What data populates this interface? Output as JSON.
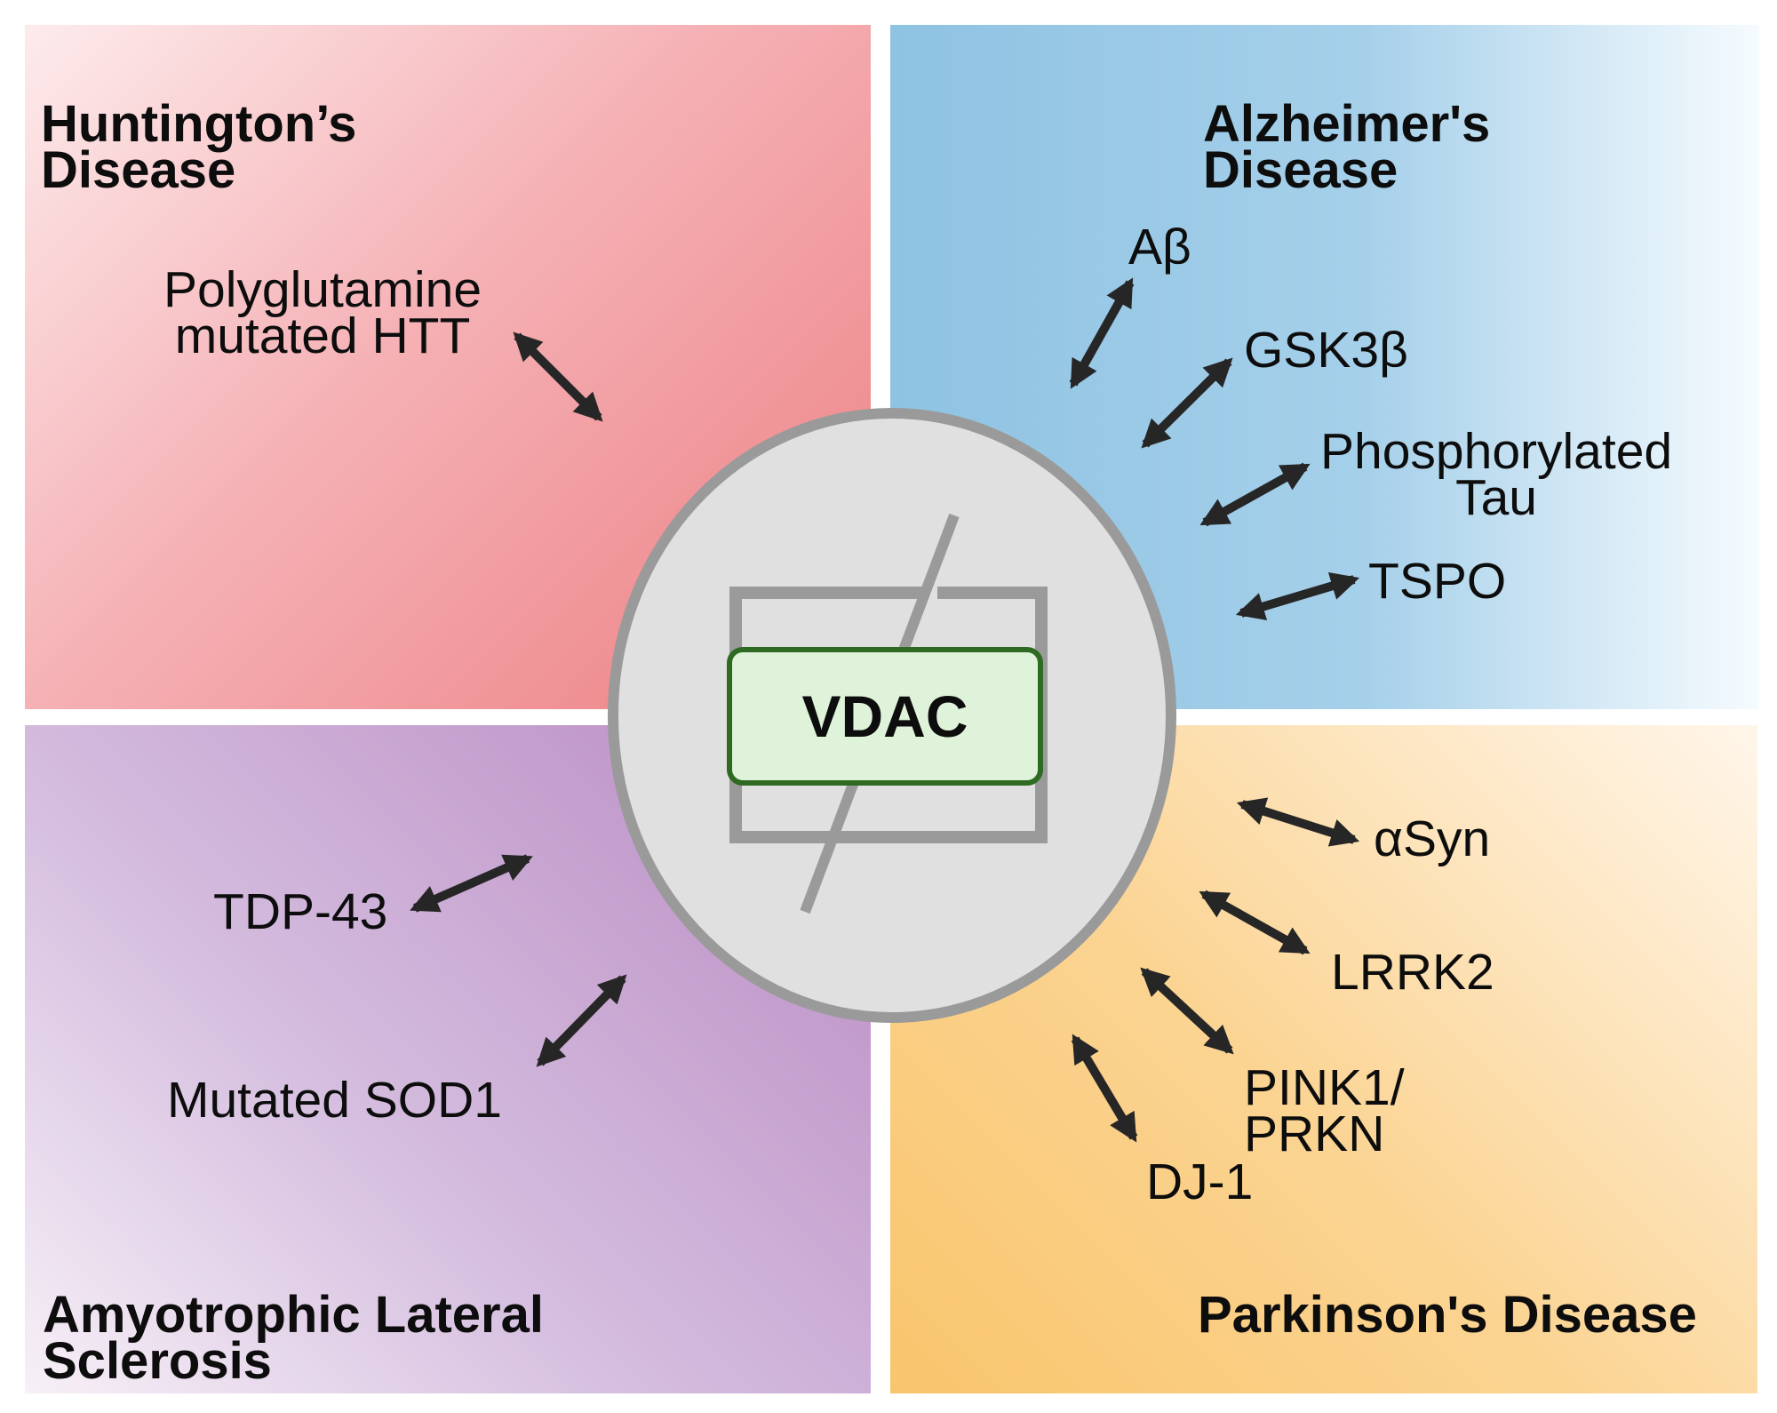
{
  "headings": {
    "huntington": "Huntington’s\nDisease",
    "alzheimer": "Alzheimer's\nDisease",
    "als": "Amyotrophic Lateral\nSclerosis",
    "parkinson": "Parkinson's Disease"
  },
  "center": {
    "label": "VDAC"
  },
  "labels": {
    "htt": "Polyglutamine\nmutated HTT",
    "abeta": "Aβ",
    "gsk3b": "GSK3β",
    "ptau": "Phosphorylated\nTau",
    "tspo": "TSPO",
    "tdp43": "TDP-43",
    "sod1": "Mutated SOD1",
    "asyn": "αSyn",
    "lrrk2": "LRRK2",
    "pink1": "PINK1/\nPRKN",
    "dj1": "DJ-1"
  },
  "colors": {
    "huntington_panel": "#ef8386",
    "alzheimer_panel": "#8ec3e2",
    "als_panel": "#b98ac2",
    "parkinson_panel": "#f9c56c",
    "circle_fill": "#e0e0e0",
    "circle_stroke": "#9a9a9a",
    "vdac_fill": "#dff3da",
    "vdac_stroke": "#2f6a22",
    "arrow": "#262626"
  }
}
